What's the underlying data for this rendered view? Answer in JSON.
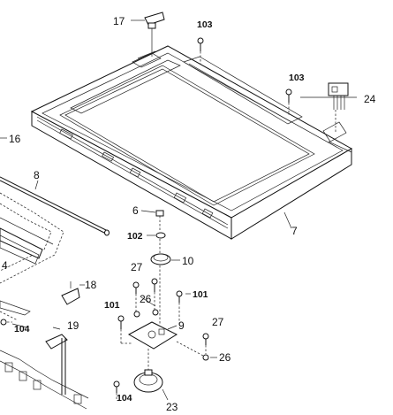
{
  "labels": {
    "p17": "17",
    "p103a": "103",
    "p103b": "103",
    "p24": "24",
    "p16": "16",
    "p8": "8",
    "p6": "6",
    "p102": "102",
    "p10": "10",
    "p7": "7",
    "p4": "4",
    "p27a": "27",
    "p18": "18",
    "p26a": "26",
    "p101a": "101",
    "p101b": "101",
    "p9": "9",
    "p19": "19",
    "p104a": "104",
    "p27b": "27",
    "p26b": "26",
    "p104b": "104",
    "p23": "23"
  }
}
